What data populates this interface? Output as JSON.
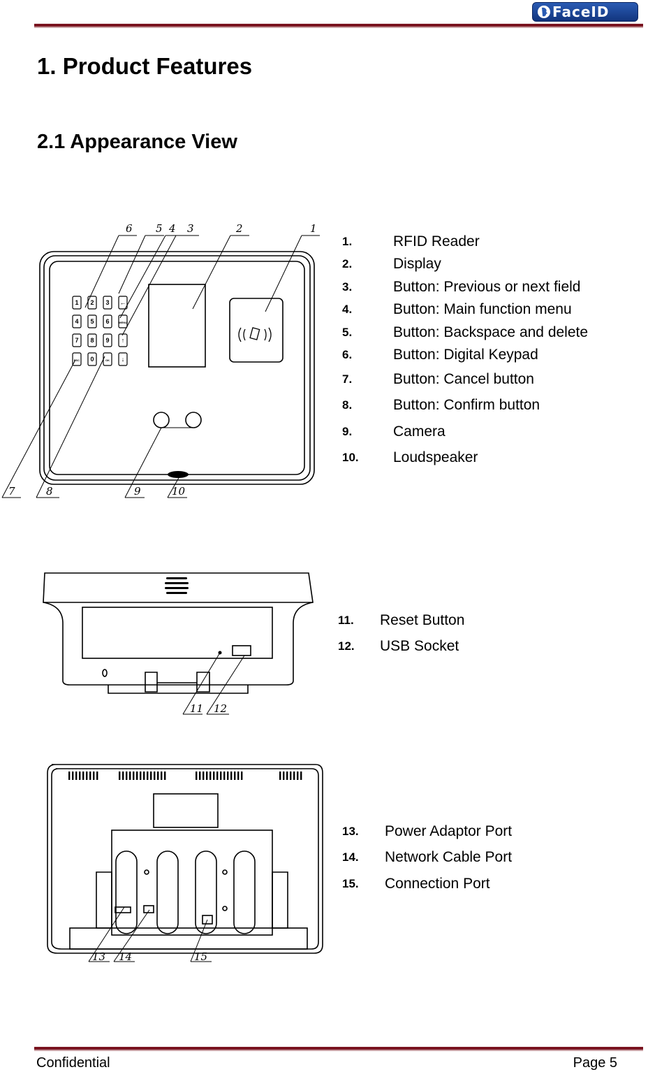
{
  "header": {
    "logo_text": "FaceID"
  },
  "title": "1. Product Features",
  "subtitle": "2.1 Appearance View",
  "front_view": {
    "callouts": [
      "1",
      "2",
      "3",
      "4",
      "5",
      "6",
      "7",
      "8",
      "9",
      "10"
    ],
    "keypad_keys": [
      "1",
      "2",
      "3",
      "←",
      "4",
      "5",
      "6",
      "MENU",
      "7",
      "8",
      "9",
      "↑",
      "ESC",
      "0",
      "OK",
      "↓"
    ],
    "features": [
      {
        "num": "1.",
        "label": "RFID Reader"
      },
      {
        "num": "2.",
        "label": "Display"
      },
      {
        "num": "3.",
        "label": "Button: Previous or next field"
      },
      {
        "num": "4.",
        "label": "Button: Main function menu"
      },
      {
        "num": "5.",
        "label": "Button: Backspace and delete"
      },
      {
        "num": "6.",
        "label": "Button: Digital Keypad"
      },
      {
        "num": "7.",
        "label": "Button: Cancel button"
      },
      {
        "num": "8.",
        "label": "Button: Confirm button"
      },
      {
        "num": "9.",
        "label": "Camera"
      },
      {
        "num": "10.",
        "label": "Loudspeaker"
      }
    ]
  },
  "bottom_view": {
    "callouts": [
      "11",
      "12"
    ],
    "features": [
      {
        "num": "11.",
        "label": "Reset Button"
      },
      {
        "num": "12.",
        "label": "USB Socket"
      }
    ]
  },
  "back_view": {
    "callouts": [
      "13",
      "14",
      "15"
    ],
    "features": [
      {
        "num": "13.",
        "label": "Power Adaptor Port"
      },
      {
        "num": "14.",
        "label": "Network Cable Port"
      },
      {
        "num": "15.",
        "label": "Connection Port"
      }
    ]
  },
  "footer": {
    "left": "Confidential",
    "right": "Page 5"
  }
}
